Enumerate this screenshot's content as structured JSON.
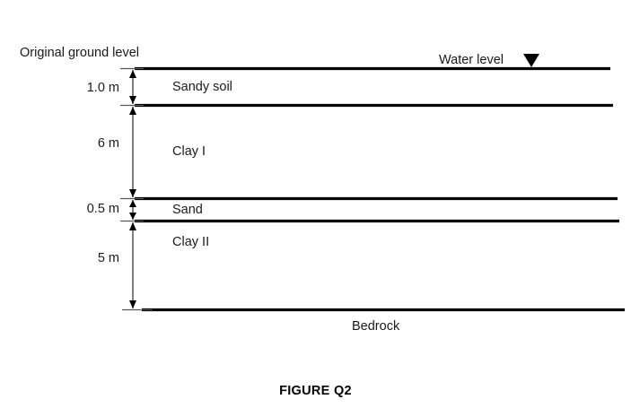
{
  "figure": {
    "caption": "FIGURE Q2",
    "ground_level_label": "Original ground level",
    "water_level_label": "Water level",
    "water_level_marker": "down-triangle",
    "bedrock_label": "Bedrock"
  },
  "layers": [
    {
      "name": "Sandy soil",
      "thickness_label": "1.0 m",
      "thickness_m": 1.0
    },
    {
      "name": "Clay I",
      "thickness_label": "6 m",
      "thickness_m": 6
    },
    {
      "name": "Sand",
      "thickness_label": "0.5 m",
      "thickness_m": 0.5
    },
    {
      "name": "Clay II",
      "thickness_label": "5 m",
      "thickness_m": 5
    }
  ],
  "colors": {
    "line": "#000000",
    "dimension": "#3a3a3a",
    "text": "#1a1a1a",
    "background": "#ffffff"
  }
}
